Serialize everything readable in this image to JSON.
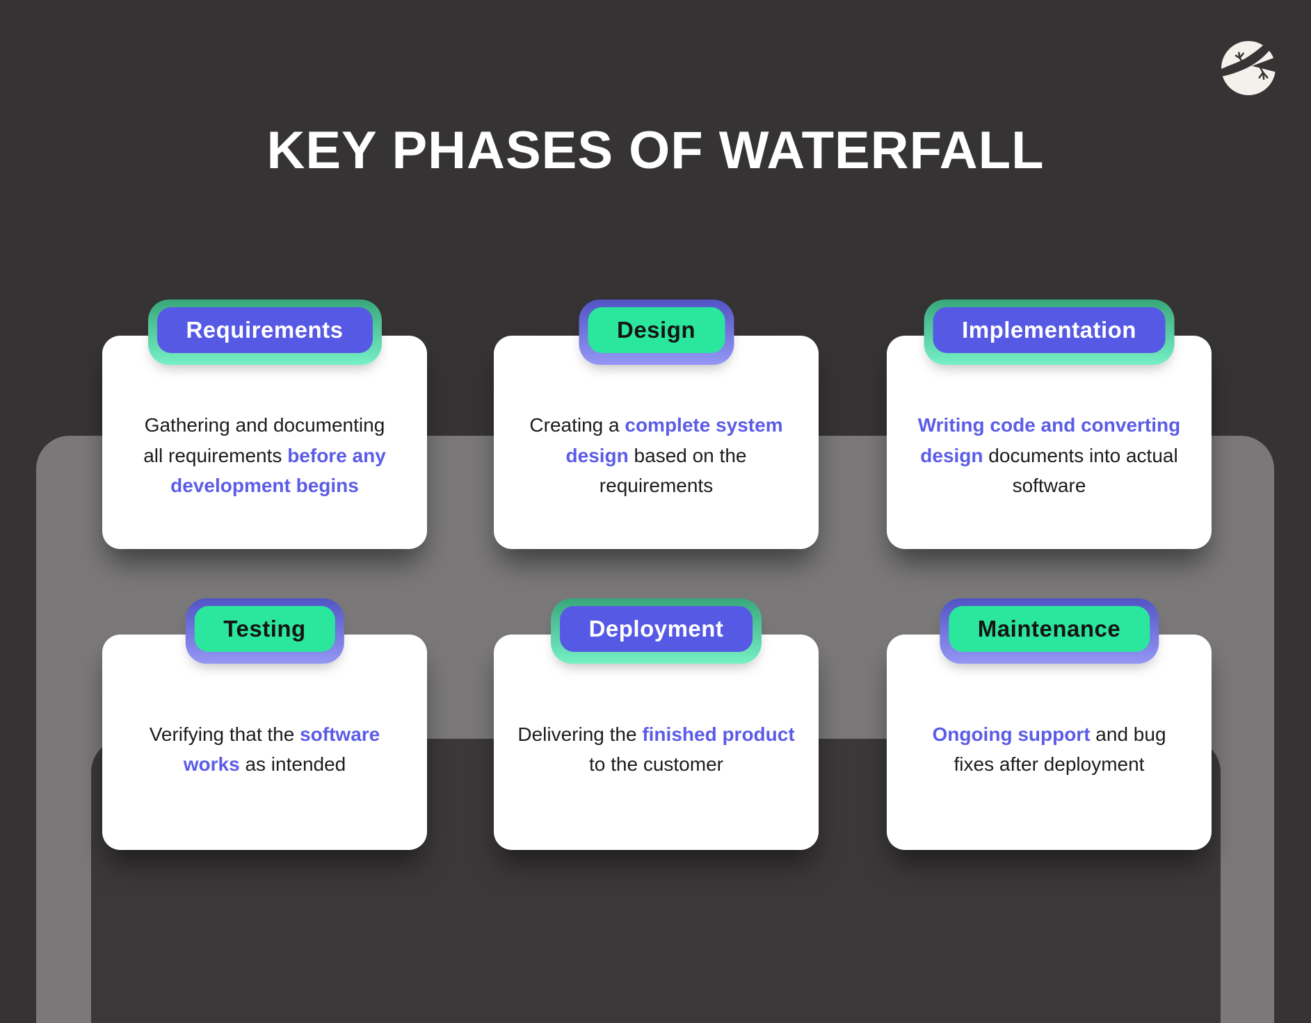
{
  "title": "KEY PHASES OF WATERFALL",
  "logo": {
    "icon": "gecko-logo"
  },
  "colors": {
    "background": "#363334",
    "panel_light": "#7A7878",
    "panel_inner": "#3B3839",
    "card": "#FFFFFF",
    "accent_purple": "#5B5CE7",
    "badge_purple_fill": "#5659E4",
    "badge_green_fill": "#2BE79D",
    "green_border_top": "#38A77B",
    "green_border_bottom": "#76F0C5",
    "purple_border_top": "#5154C4",
    "purple_border_bottom": "#9497F4",
    "title_text": "#FFFFFF",
    "body_text": "#1C1B1B"
  },
  "cards": [
    {
      "label": "Requirements",
      "variant": "purple",
      "desc": [
        {
          "t": "Gathering and documenting\nall requirements ",
          "a": "false"
        },
        {
          "t": "before any\ndevelopment begins",
          "a": "true"
        }
      ]
    },
    {
      "label": "Design",
      "variant": "green",
      "desc": [
        {
          "t": "Creating a ",
          "a": "false"
        },
        {
          "t": "complete system\ndesign",
          "a": "true"
        },
        {
          "t": " based on the\nrequirements",
          "a": "false"
        }
      ]
    },
    {
      "label": "Implementation",
      "variant": "purple",
      "desc": [
        {
          "t": "Writing code and converting\ndesign",
          "a": "true"
        },
        {
          "t": " documents into actual\nsoftware",
          "a": "false"
        }
      ]
    },
    {
      "label": "Testing",
      "variant": "green",
      "desc": [
        {
          "t": "Verifying that the ",
          "a": "false"
        },
        {
          "t": "software\nworks",
          "a": "true"
        },
        {
          "t": " as intended",
          "a": "false"
        }
      ]
    },
    {
      "label": "Deployment",
      "variant": "purple",
      "desc": [
        {
          "t": "Delivering the ",
          "a": "false"
        },
        {
          "t": "finished product",
          "a": "true"
        },
        {
          "t": "\nto the customer",
          "a": "false"
        }
      ]
    },
    {
      "label": "Maintenance",
      "variant": "green",
      "desc": [
        {
          "t": "Ongoing support",
          "a": "true"
        },
        {
          "t": " and bug\nfixes after deployment",
          "a": "false"
        }
      ]
    }
  ]
}
